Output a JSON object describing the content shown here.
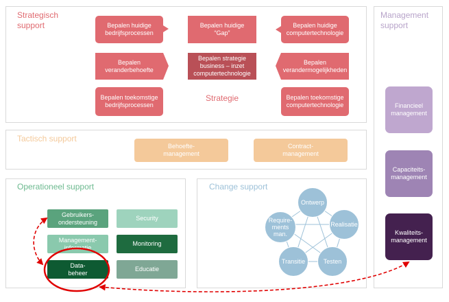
{
  "strategisch": {
    "title": "Strategisch\nsupport",
    "boxes": [
      "Bepalen huidige\nbedrijfsprocessen",
      "Bepalen huidige\n“Gap”",
      "Bepalen huidige\ncomputertechnologie",
      "Bepalen\nveranderbehoefte",
      "Bepalen strategie\nbusiness – inzet\ncomputertechnologie",
      "Bepalen\nverandermogelijkheden",
      "Bepalen toekomstige\nbedrijfsprocessen",
      "Bepalen toekomstige\ncomputertechnologie"
    ],
    "center_label": "Strategie"
  },
  "tactisch": {
    "title": "Tactisch support",
    "boxes": [
      "Behoefte-\nmanagement",
      "Contract-\nmanagement"
    ]
  },
  "operationeel": {
    "title": "Operationeel support",
    "boxes": [
      "Gebruikers-\nondersteuning",
      "Security",
      "Management-\ninformatie",
      "Monitoring",
      "Data-\nbeheer",
      "Educatie"
    ]
  },
  "change": {
    "title": "Change support",
    "circles": [
      "Ontwerp",
      "Require-\nments\nman.",
      "Realisatie",
      "Transitie",
      "Testen"
    ]
  },
  "management": {
    "title": "Management\nsupport",
    "boxes": [
      "Financieel\nmanagement",
      "Capaciteits-\nmanagement",
      "Kwaliteits-\nmanagement"
    ]
  },
  "colors": {
    "strategisch_title": "#e06a70",
    "pink": "#e06a70",
    "pink_dark": "#b95057",
    "tactisch_title": "#f4c99a",
    "peach": "#f4c99a",
    "operationeel_title": "#6cb98f",
    "change_title": "#9dc1d8",
    "circle": "#9dc1d8",
    "management_title": "#b7a3c9",
    "arrow_red": "#e00000"
  }
}
